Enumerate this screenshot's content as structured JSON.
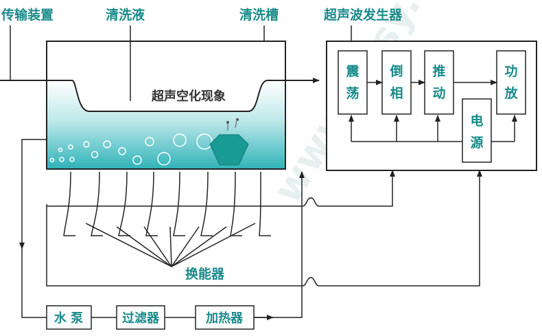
{
  "labels": {
    "conveyor": "传输装置",
    "cleaning_liquid": "清洗液",
    "cleaning_tank": "清洗槽",
    "generator": "超声波发生器",
    "cavitation": "超声空化现象",
    "transducer": "换能器"
  },
  "generator_blocks": {
    "oscillator": [
      "震",
      "荡"
    ],
    "phase_inverter": [
      "倒",
      "相"
    ],
    "driver": [
      "推",
      "动"
    ],
    "power_amp": [
      "功",
      "放"
    ],
    "power_supply": [
      "电",
      "源"
    ]
  },
  "bottom_chain": {
    "pump": "水 泵",
    "filter": "过滤器",
    "heater": "加热器"
  },
  "watermark": "www.ehsy.com",
  "colors": {
    "teal_text": "#1a8a8a",
    "liquid_top": "#ffffff",
    "liquid_bottom": "#2fb3b8",
    "transducer_fill": "#1a9a94",
    "line": "#222222"
  }
}
